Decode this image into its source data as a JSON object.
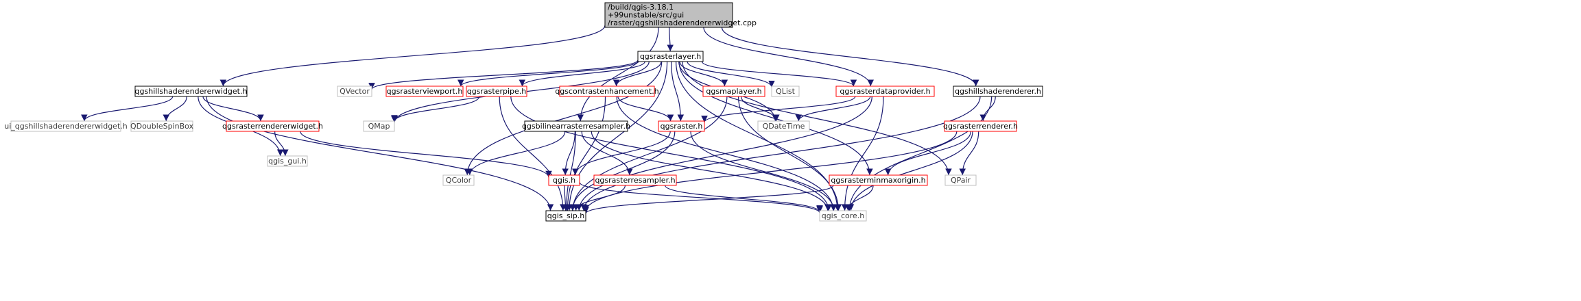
{
  "colors": {
    "edge": "#191970",
    "border_linked": "#000000",
    "border_red": "#ff0000",
    "border_gray": "#bfbfbf",
    "root_fill": "#bfbfbf",
    "text": "#000000",
    "text_gray": "#000000"
  },
  "nodes": [
    {
      "id": "root",
      "lines": [
        "/build/qgis-3.18.1",
        "+99unstable/src/gui",
        "/raster/qgshillshaderendererwidget.cpp"
      ],
      "kind": "root"
    },
    {
      "id": "qgsrasterlayer",
      "lines": [
        "qgsrasterlayer.h"
      ],
      "kind": "linked"
    },
    {
      "id": "qgshillshaderendererwidget",
      "lines": [
        "qgshillshaderendererwidget.h"
      ],
      "kind": "linked"
    },
    {
      "id": "qgshillshaderenderer",
      "lines": [
        "qgshillshaderenderer.h"
      ],
      "kind": "linked"
    },
    {
      "id": "qgsrasterdataprovider",
      "lines": [
        "qgsrasterdataprovider.h"
      ],
      "kind": "red"
    },
    {
      "id": "qvector",
      "lines": [
        "QVector"
      ],
      "kind": "gray"
    },
    {
      "id": "qgsrasterviewport",
      "lines": [
        "qgsrasterviewport.h"
      ],
      "kind": "red"
    },
    {
      "id": "qgsrasterpipe",
      "lines": [
        "qgsrasterpipe.h"
      ],
      "kind": "red"
    },
    {
      "id": "qgscontrastenhancement",
      "lines": [
        "qgscontrastenhancement.h"
      ],
      "kind": "red"
    },
    {
      "id": "qgsmaplayer",
      "lines": [
        "qgsmaplayer.h"
      ],
      "kind": "red"
    },
    {
      "id": "qlist",
      "lines": [
        "QList"
      ],
      "kind": "gray"
    },
    {
      "id": "ui_widget",
      "lines": [
        "ui_qgshillshaderendererwidget.h"
      ],
      "kind": "gray"
    },
    {
      "id": "qdoublespinbox",
      "lines": [
        "QDoubleSpinBox"
      ],
      "kind": "gray"
    },
    {
      "id": "qgsrasterrendererwidget",
      "lines": [
        "qgsrasterrendererwidget.h"
      ],
      "kind": "red"
    },
    {
      "id": "qmap",
      "lines": [
        "QMap"
      ],
      "kind": "gray"
    },
    {
      "id": "qgsbilinear",
      "lines": [
        "qgsbilinearrasterresampler.h"
      ],
      "kind": "linked"
    },
    {
      "id": "qgsraster",
      "lines": [
        "qgsraster.h"
      ],
      "kind": "red"
    },
    {
      "id": "qdatetime",
      "lines": [
        "QDateTime"
      ],
      "kind": "gray"
    },
    {
      "id": "qgsrasterrenderer",
      "lines": [
        "qgsrasterrenderer.h"
      ],
      "kind": "red"
    },
    {
      "id": "qgis_gui",
      "lines": [
        "qgis_gui.h"
      ],
      "kind": "gray"
    },
    {
      "id": "qcolor",
      "lines": [
        "QColor"
      ],
      "kind": "gray"
    },
    {
      "id": "qgis",
      "lines": [
        "qgis.h"
      ],
      "kind": "red"
    },
    {
      "id": "qgsrasterresampler",
      "lines": [
        "qgsrasterresampler.h"
      ],
      "kind": "red"
    },
    {
      "id": "qgsrasterminmaxorigin",
      "lines": [
        "qgsrasterminmaxorigin.h"
      ],
      "kind": "red"
    },
    {
      "id": "qpair",
      "lines": [
        "QPair"
      ],
      "kind": "gray"
    },
    {
      "id": "qgis_sip",
      "lines": [
        "qgis_sip.h"
      ],
      "kind": "linked"
    },
    {
      "id": "qgis_core",
      "lines": [
        "qgis_core.h"
      ],
      "kind": "gray"
    }
  ],
  "edges": [
    [
      "root",
      "qgsrasterlayer"
    ],
    [
      "root",
      "qgshillshaderendererwidget"
    ],
    [
      "root",
      "qgshillshaderenderer"
    ],
    [
      "root",
      "qgsrasterdataprovider"
    ],
    [
      "root",
      "qgsbilinear"
    ],
    [
      "qgsrasterlayer",
      "qvector"
    ],
    [
      "qgsrasterlayer",
      "qgsrasterviewport"
    ],
    [
      "qgsrasterlayer",
      "qgsrasterpipe"
    ],
    [
      "qgsrasterlayer",
      "qgscontrastenhancement"
    ],
    [
      "qgsrasterlayer",
      "qgsmaplayer"
    ],
    [
      "qgsrasterlayer",
      "qlist"
    ],
    [
      "qgsrasterlayer",
      "qgsrasterdataprovider"
    ],
    [
      "qgsrasterlayer",
      "qmap"
    ],
    [
      "qgsrasterlayer",
      "qgsraster"
    ],
    [
      "qgsrasterlayer",
      "qdatetime"
    ],
    [
      "qgsrasterlayer",
      "qcolor"
    ],
    [
      "qgsrasterlayer",
      "qgsrasterminmaxorigin"
    ],
    [
      "qgsrasterlayer",
      "qpair"
    ],
    [
      "qgsrasterlayer",
      "qgis_sip"
    ],
    [
      "qgsrasterlayer",
      "qgis_core"
    ],
    [
      "qgshillshaderendererwidget",
      "ui_widget"
    ],
    [
      "qgshillshaderendererwidget",
      "qdoublespinbox"
    ],
    [
      "qgshillshaderendererwidget",
      "qgsrasterrendererwidget"
    ],
    [
      "qgshillshaderendererwidget",
      "qgis_gui"
    ],
    [
      "qgshillshaderendererwidget",
      "qgis_sip"
    ],
    [
      "qgsrasterrendererwidget",
      "qgis_gui"
    ],
    [
      "qgsrasterrendererwidget",
      "qgis"
    ],
    [
      "qgsrasterpipe",
      "qmap"
    ],
    [
      "qgsrasterpipe",
      "qgis_sip"
    ],
    [
      "qgsrasterpipe",
      "qgis_core"
    ],
    [
      "qgscontrastenhancement",
      "qgsraster"
    ],
    [
      "qgscontrastenhancement",
      "qgis_sip"
    ],
    [
      "qgscontrastenhancement",
      "qgis_core"
    ],
    [
      "qgsmaplayer",
      "qdatetime"
    ],
    [
      "qgsmaplayer",
      "qgis_sip"
    ],
    [
      "qgsmaplayer",
      "qgis_core"
    ],
    [
      "qgsrasterdataprovider",
      "qgsraster"
    ],
    [
      "qgsrasterdataprovider",
      "qdatetime"
    ],
    [
      "qgsrasterdataprovider",
      "qgis_sip"
    ],
    [
      "qgsrasterdataprovider",
      "qgis_core"
    ],
    [
      "qgsbilinear",
      "qcolor"
    ],
    [
      "qgsbilinear",
      "qgis"
    ],
    [
      "qgsbilinear",
      "qgsrasterresampler"
    ],
    [
      "qgsbilinear",
      "qgis_sip"
    ],
    [
      "qgsbilinear",
      "qgis_core"
    ],
    [
      "qgsraster",
      "qgis"
    ],
    [
      "qgsraster",
      "qgis_sip"
    ],
    [
      "qgsraster",
      "qgis_core"
    ],
    [
      "qgis",
      "qgis_sip"
    ],
    [
      "qgis",
      "qgis_core"
    ],
    [
      "qgsrasterresampler",
      "qgis_sip"
    ],
    [
      "qgsrasterresampler",
      "qgis_core"
    ],
    [
      "qgshillshaderenderer",
      "qgsrasterrenderer"
    ],
    [
      "qgshillshaderenderer",
      "qgis_sip"
    ],
    [
      "qgshillshaderenderer",
      "qgis_core"
    ],
    [
      "qgsrasterrenderer",
      "qgsrasterminmaxorigin"
    ],
    [
      "qgsrasterrenderer",
      "qpair"
    ],
    [
      "qgsrasterrenderer",
      "qgis_sip"
    ],
    [
      "qgsrasterrenderer",
      "qgis_core"
    ],
    [
      "qgsrasterminmaxorigin",
      "qgis_sip"
    ],
    [
      "qgsrasterminmaxorigin",
      "qgis_core"
    ]
  ]
}
